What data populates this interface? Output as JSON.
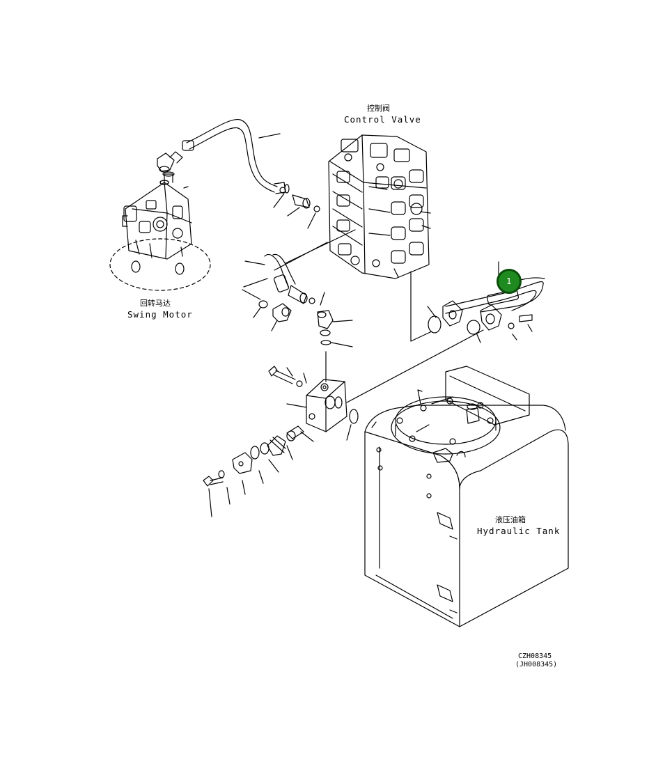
{
  "labels": {
    "control_valve_cn": "控制阀",
    "control_valve_en": "Control Valve",
    "swing_motor_cn": "回转马达",
    "swing_motor_en": "Swing Motor",
    "hydraulic_tank_cn": "液压油箱",
    "hydraulic_tank_en": "Hydraulic Tank"
  },
  "callout": {
    "number": "1",
    "color": "#1f8a1f"
  },
  "drawing_codes": {
    "primary": "CZH08345",
    "secondary": "(JH008345)"
  }
}
